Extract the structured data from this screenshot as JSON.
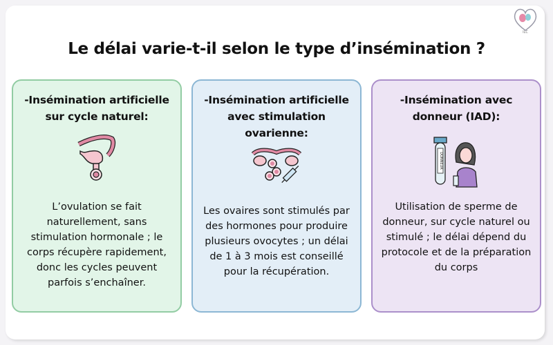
{
  "title": "Le délai varie-t-il selon le type d’insémination ?",
  "logo": {
    "text": "ILC",
    "icon": "heart-stethoscope-logo"
  },
  "cards": [
    {
      "heading": "-Insémination artificielle sur cycle naturel:",
      "icon": "uterus-ovary-icon",
      "text": "L’ovulation se fait naturellement, sans stimulation hormonale ; le corps récupère rapidement, donc les cycles peuvent parfois s’enchaîner.",
      "color": "#92cca3"
    },
    {
      "heading": "-Insémination artificielle avec stimulation ovarienne:",
      "icon": "ovary-syringe-icon",
      "text": "Les ovaires sont stimulés par des hormones pour produire plusieurs ovocytes ; un délai de 1 à 3 mois est conseillé pour la récupération.",
      "color": "#8cb7d4"
    },
    {
      "heading": "-Insémination avec donneur (IAD):",
      "icon": "donor-tube-woman-icon",
      "tube_label": "DONNEUR",
      "text": "Utilisation de sperme de donneur, sur cycle naturel ou stimulé ; le délai dépend du protocole et de la préparation du corps",
      "color": "#ab8fca"
    }
  ]
}
